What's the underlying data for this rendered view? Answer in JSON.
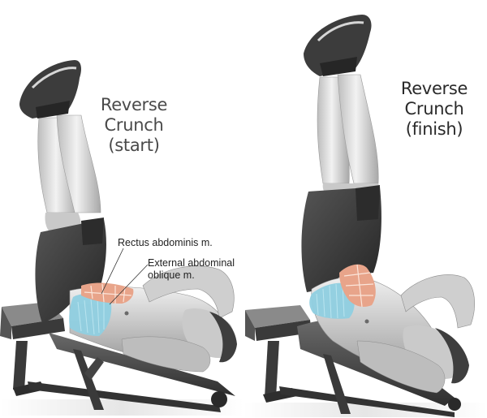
{
  "figure": {
    "panels": [
      {
        "id": "start",
        "title_lines": [
          "Reverse",
          "Crunch",
          "(start)"
        ],
        "callouts": [
          {
            "label": "Rectus abdominis m.",
            "target": "rectus-abdominis"
          },
          {
            "label_lines": [
              "External abdominal",
              "oblique m."
            ],
            "target": "external-oblique"
          }
        ]
      },
      {
        "id": "finish",
        "title_lines": [
          "Reverse",
          "Crunch",
          "(finish)"
        ]
      }
    ],
    "colors": {
      "rectus_abdominis": "#e8a48a",
      "external_oblique": "#8fcfe0",
      "shorts": "#3a3a3a",
      "skin": "#d8d8d8",
      "bench": "#4a4a4a",
      "shoe": "#3c3c3c"
    }
  }
}
